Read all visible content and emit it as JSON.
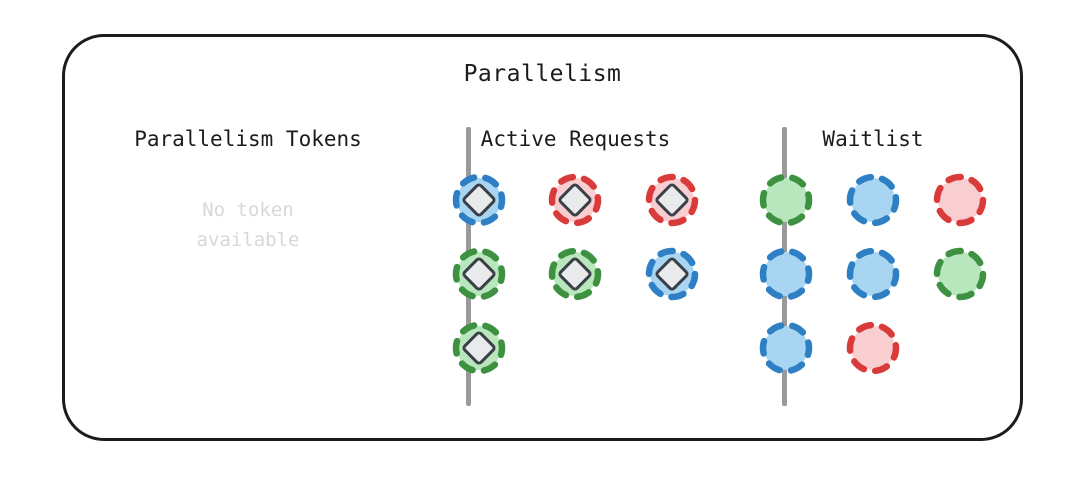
{
  "panel": {
    "title": "Parallelism"
  },
  "columns": {
    "tokens": {
      "header": "Parallelism Tokens",
      "empty_message": "No token\navailable",
      "empty_color": "#d8d8d8",
      "items": []
    },
    "active": {
      "header": "Active Requests",
      "has_token_marker": true,
      "items": [
        {
          "color": "blue"
        },
        {
          "color": "red"
        },
        {
          "color": "red"
        },
        {
          "color": "green"
        },
        {
          "color": "green"
        },
        {
          "color": "blue"
        },
        {
          "color": "green"
        }
      ]
    },
    "waitlist": {
      "header": "Waitlist",
      "has_token_marker": false,
      "items": [
        {
          "color": "green"
        },
        {
          "color": "blue"
        },
        {
          "color": "red"
        },
        {
          "color": "blue"
        },
        {
          "color": "blue"
        },
        {
          "color": "green"
        },
        {
          "color": "blue"
        },
        {
          "color": "red"
        }
      ]
    }
  },
  "palette": {
    "blue": {
      "fill": "#a8d5f2",
      "stroke": "#2e7fc4"
    },
    "green": {
      "fill": "#b8e6bd",
      "stroke": "#3d9140"
    },
    "red": {
      "fill": "#f9ced1",
      "stroke": "#d93a3a"
    },
    "token_fill": "#e8eaec",
    "token_stroke": "#3b3f46",
    "divider": "#9a9a9a",
    "outline": "#1c1c1c",
    "text": "#1c1c1c"
  },
  "dividers": [
    {
      "name": "divider-tokens-active"
    },
    {
      "name": "divider-active-waitlist"
    }
  ]
}
